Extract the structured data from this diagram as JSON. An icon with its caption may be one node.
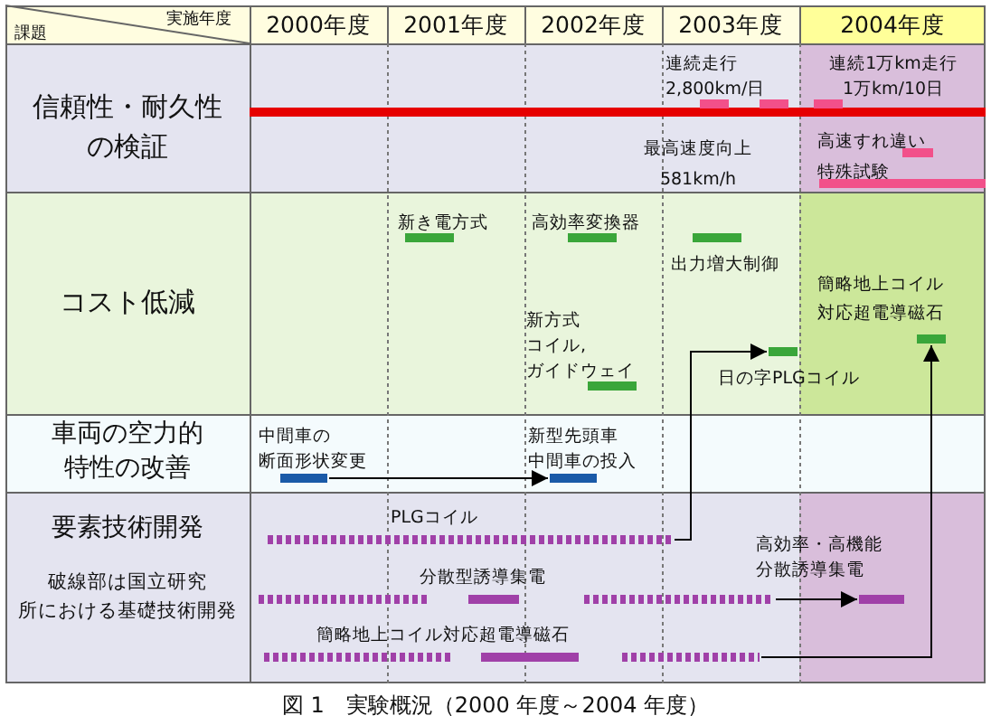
{
  "diagram": {
    "caption": "図 1　実験概況（2000 年度～2004 年度）",
    "nodes": [
      {
        "text": [],
        "shape": "bar",
        "beside": [
          "連続走行2,800km/日"
        ]
      },
      {
        "text": [],
        "shape": "bar"
      },
      {
        "text": [],
        "shape": "bar",
        "beside": [
          "連続1万km走行1万km/10日"
        ]
      },
      {
        "text": [],
        "shape": "bar",
        "beside": [
          "高速すれ違い特殊試験"
        ]
      },
      {
        "text": [],
        "shape": "bar"
      },
      {
        "text": [],
        "shape": "bar",
        "beside": [
          "新き電方式"
        ]
      },
      {
        "text": [],
        "shape": "bar",
        "beside": [
          "高効率変換器"
        ]
      },
      {
        "text": [],
        "shape": "bar",
        "beside": [
          "出力増大制御"
        ]
      },
      {
        "text": [],
        "shape": "bar",
        "beside": [
          "簡略地上コイル対応超電導磁石"
        ]
      },
      {
        "text": [],
        "shape": "bar",
        "beside": [
          "日の字PLGコイル"
        ]
      },
      {
        "text": [],
        "shape": "bar",
        "beside": [
          "新方式コイル,ガイドウェイ"
        ]
      },
      {
        "text": [],
        "shape": "bar",
        "beside": [
          "中間車の断面形状変更"
        ]
      },
      {
        "text": [],
        "shape": "bar",
        "beside": [
          "新型先頭車中間車の投入"
        ]
      },
      {
        "text": [],
        "shape": "bar",
        "beside": [
          "PLGコイル"
        ]
      },
      {
        "text": [],
        "shape": "bar"
      },
      {
        "text": [],
        "shape": "bar",
        "beside": [
          "分散型誘導集電"
        ]
      },
      {
        "text": [],
        "shape": "bar"
      },
      {
        "text": [],
        "shape": "bar",
        "beside": [
          "高効率・高機能分散誘導集電"
        ]
      },
      {
        "text": [],
        "shape": "bar"
      },
      {
        "text": [],
        "shape": "bar",
        "beside": [
          "簡略地上コイル対応超電導磁石"
        ]
      },
      {
        "text": [],
        "shape": "bar"
      }
    ],
    "edges": [
      {
        "from": 11,
        "to": 12,
        "arrow": "to"
      },
      {
        "from": 13,
        "to": 9,
        "arrow": "to"
      },
      {
        "from": 16,
        "to": 17,
        "arrow": "to"
      },
      {
        "from": 20,
        "to": 8,
        "arrow": "to"
      }
    ],
    "labels": [
      "実施年度",
      "課題",
      "2000年度",
      "2001年度",
      "2002年度",
      "2003年度",
      "2004年度",
      "信頼性・耐久性の検証",
      "最高速度向上581km/h",
      "コスト低減",
      "車両の空力的特性の改善",
      "要素技術開発",
      "破線部は国立研究所における基礎技術開発"
    ]
  }
}
